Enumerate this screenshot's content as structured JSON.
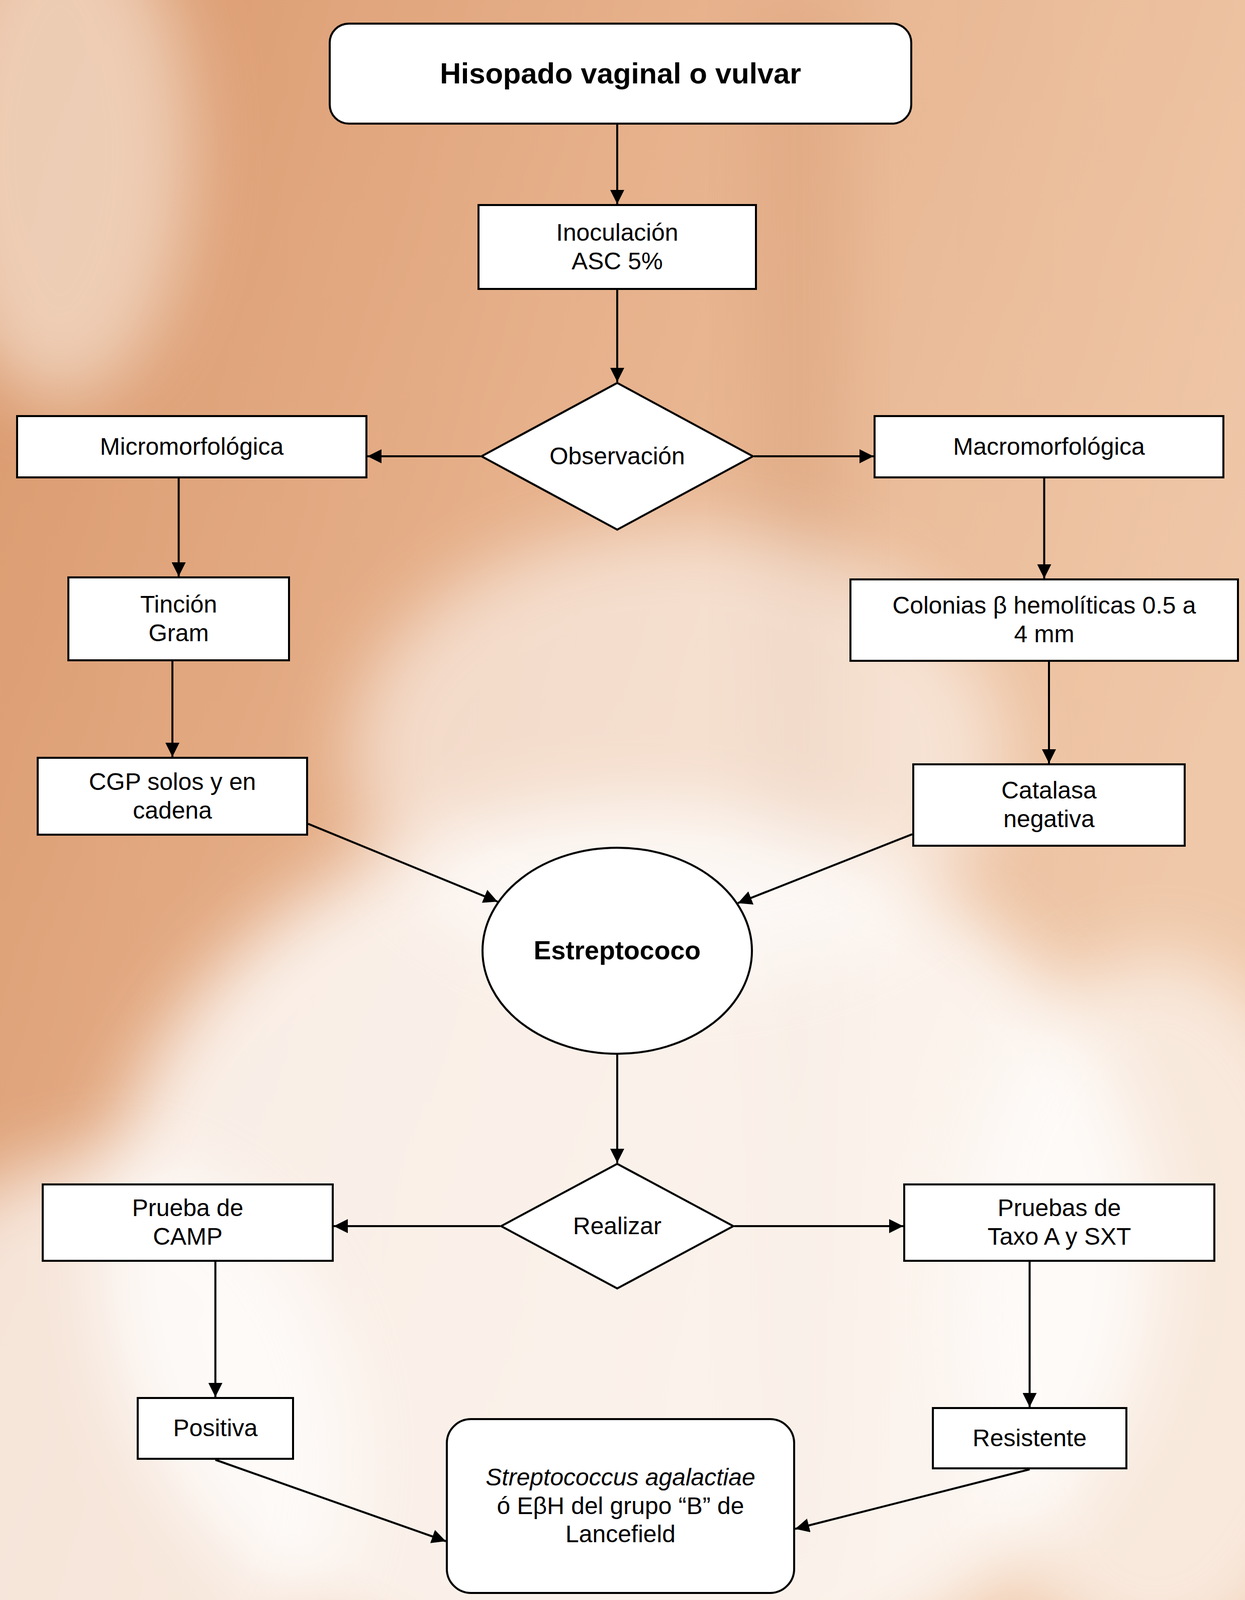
{
  "diagram": {
    "nodes": [
      {
        "text": [
          "Hisopado vaginal o vulvar"
        ]
      },
      {
        "text": [
          "Inoculación ASC 5%"
        ]
      },
      {
        "text": [
          "Observación"
        ]
      },
      {
        "text": [
          "Micromorfológica"
        ]
      },
      {
        "text": [
          "Macromorfológica"
        ]
      },
      {
        "text": [
          "Tinción Gram"
        ]
      },
      {
        "text": [
          "Colonias β hemolíticas 0.5 a 4 mm"
        ]
      },
      {
        "text": [
          "CGP solos y en cadena"
        ]
      },
      {
        "text": [
          "Catalasa negativa"
        ]
      },
      {
        "text": [
          "Estreptococo"
        ]
      },
      {
        "text": [
          "Realizar"
        ]
      },
      {
        "text": [
          "Prueba de CAMP"
        ]
      },
      {
        "text": [
          "Pruebas de Taxo A y SXT"
        ]
      },
      {
        "text": [
          "Positiva"
        ]
      },
      {
        "text": [
          "Streptococcus agalactiae",
          "ó EβH del grupo “B” de Lancefield"
        ]
      },
      {
        "text": [
          "Resistente"
        ]
      }
    ],
    "edges": [
      {
        "from": 0,
        "to": 1,
        "arrow": "to"
      },
      {
        "from": 1,
        "to": 2,
        "arrow": "to"
      },
      {
        "from": 2,
        "to": 3,
        "arrow": "to"
      },
      {
        "from": 2,
        "to": 4,
        "arrow": "to"
      },
      {
        "from": 3,
        "to": 5,
        "arrow": "to"
      },
      {
        "from": 5,
        "to": 7,
        "arrow": "to"
      },
      {
        "from": 4,
        "to": 6,
        "arrow": "to"
      },
      {
        "from": 6,
        "to": 8,
        "arrow": "to"
      },
      {
        "from": 7,
        "to": 9,
        "arrow": "to"
      },
      {
        "from": 8,
        "to": 9,
        "arrow": "to"
      },
      {
        "from": 9,
        "to": 10,
        "arrow": "to"
      },
      {
        "from": 10,
        "to": 11,
        "arrow": "to"
      },
      {
        "from": 10,
        "to": 12,
        "arrow": "to"
      },
      {
        "from": 11,
        "to": 13,
        "arrow": "to"
      },
      {
        "from": 12,
        "to": 15,
        "arrow": "to"
      },
      {
        "from": 13,
        "to": 14,
        "arrow": "to"
      },
      {
        "from": 15,
        "to": 14,
        "arrow": "to"
      }
    ]
  }
}
